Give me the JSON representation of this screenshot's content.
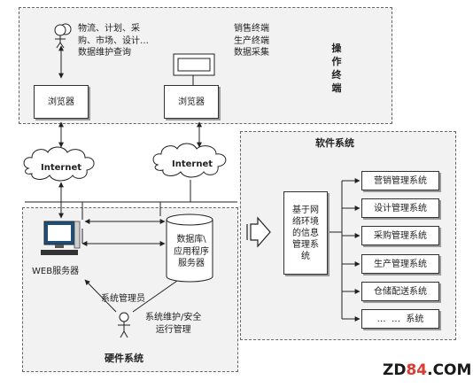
{
  "operator_panel": {
    "user_roles": "物流、计划、采\n购、市场、设计…\n数据维护查询",
    "terminals": "销售终端\n生产终端\n数据采集",
    "title": "操\n作\n终\n端",
    "browser_left": "浏览器",
    "browser_right": "浏览器"
  },
  "network": {
    "cloud_left": "Internet",
    "cloud_right": "Internet"
  },
  "hardware_panel": {
    "web_server": "WEB服务器",
    "db_server": "数据库\\\n应用程序\n服务器",
    "admin": "系统管理员",
    "maintenance": "系统维护/安全\n运行管理",
    "title": "硬件系统"
  },
  "software_panel": {
    "title": "软件系统",
    "core": "基于网\n络环境\n的信息\n管理系\n统",
    "subsystems": [
      "营销管理系统",
      "设计管理系统",
      "采购管理系统",
      "生产管理系统",
      "仓储配送系统",
      "…  …  系统"
    ]
  },
  "watermark": {
    "prefix": "ZD",
    "digits": "84",
    "suffix": ".COM",
    "colors": {
      "prefix": "#1a1a1a",
      "digits": "#e03a2f",
      "suffix": "#1a1a1a"
    }
  }
}
